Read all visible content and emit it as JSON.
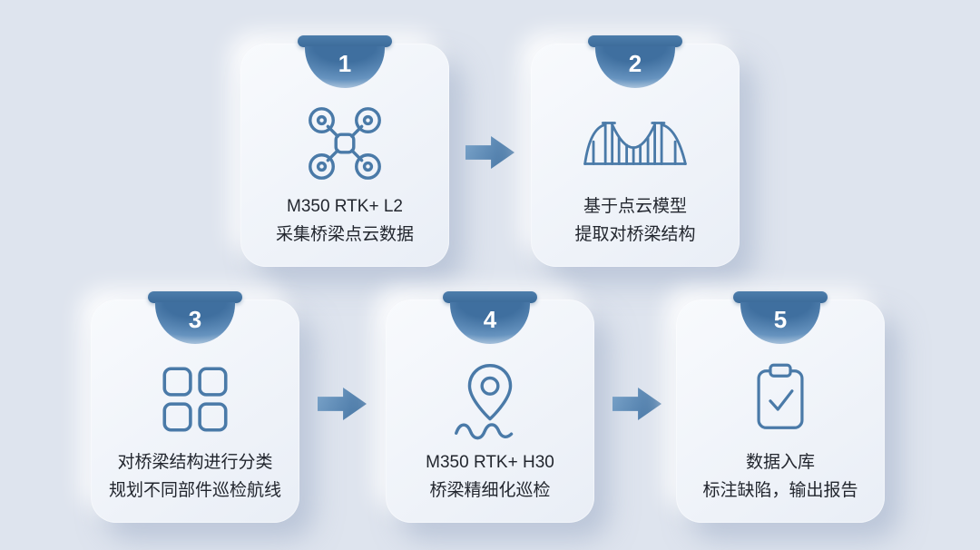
{
  "colors": {
    "background": "#dee4ee",
    "card": "#eef2f8",
    "badge_blue": "#3f6f9f",
    "icon_blue": "#4a7aa8",
    "arrow_blue": "#4f7dab",
    "text": "#22262e",
    "badge_number": "#ffffff"
  },
  "steps": [
    {
      "number": "1",
      "icon": "drone-icon",
      "lines": [
        "M350 RTK+ L2",
        "采集桥梁点云数据"
      ]
    },
    {
      "number": "2",
      "icon": "bridge-icon",
      "lines": [
        "基于点云模型",
        "提取对桥梁结构"
      ]
    },
    {
      "number": "3",
      "icon": "grid-icon",
      "lines": [
        "对桥梁结构进行分类",
        "规划不同部件巡检航线"
      ]
    },
    {
      "number": "4",
      "icon": "map-pin-icon",
      "lines": [
        "M350 RTK+ H30",
        "桥梁精细化巡检"
      ]
    },
    {
      "number": "5",
      "icon": "clipboard-check-icon",
      "lines": [
        "数据入库",
        "标注缺陷，输出报告"
      ]
    }
  ],
  "arrows": [
    {
      "icon": "arrow-right-icon"
    },
    {
      "icon": "arrow-right-icon"
    },
    {
      "icon": "arrow-right-icon"
    }
  ]
}
